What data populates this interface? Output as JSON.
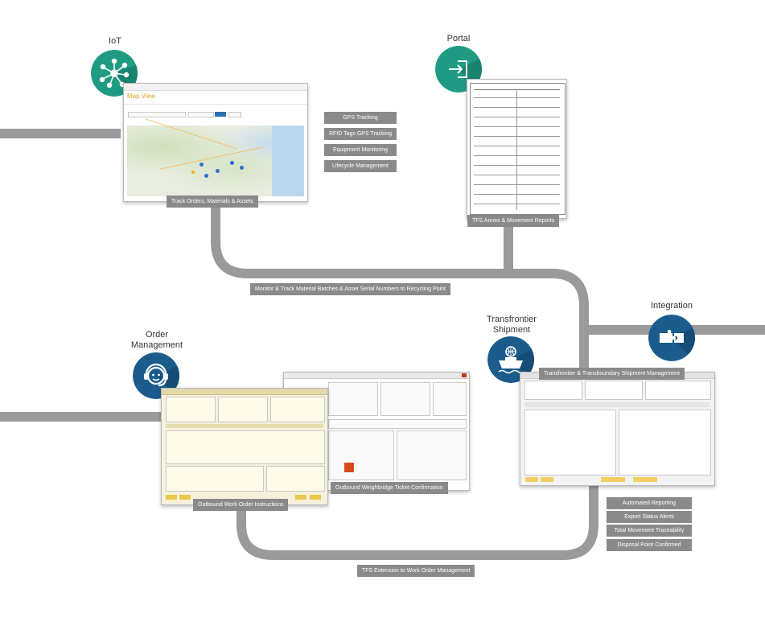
{
  "nodes": {
    "iot": "IoT",
    "portal": "Portal",
    "order": "Order\nManagement",
    "transfrontier": "Transfrontier\nShipment",
    "integration": "Integration"
  },
  "iot_features": [
    "GPS Tracking",
    "RFID Tags GPS Tracking",
    "Equipment Monitoring",
    "Lifecycle Management"
  ],
  "tfs_features": [
    "Automated Reporting",
    "Export Status Alerts",
    "Total Movement Traceability",
    "Disposal Point Confirmed"
  ],
  "captions": {
    "track": "Track Orders, Materials & Assets",
    "tfs_annex": "TFS Annex & Movement Reports",
    "monitor": "Monitor & Track Material Batches & Asset Serial Numbers to Recycling Point",
    "transboundary": "Transfrontier & Transboundary Shipment Management",
    "weighbridge": "Outbound Weighbridge Ticket Confirmation",
    "work_order": "Outbound Work Order Instructions",
    "tfs_ext": "TFS Extension to Work Order Management"
  },
  "map_view": {
    "title": "Map View"
  },
  "colors": {
    "accent": "#1f9b84",
    "navy": "#1b5c8c",
    "path": "#9a9a9a",
    "tag": "#8a8a8a",
    "map_title": "#d9a421"
  },
  "icons": {
    "iot": "network-hub-icon",
    "portal": "sign-in-icon",
    "order": "headset-agent-icon",
    "transfrontier": "cargo-ship-icon",
    "integration": "puzzle-icon"
  }
}
